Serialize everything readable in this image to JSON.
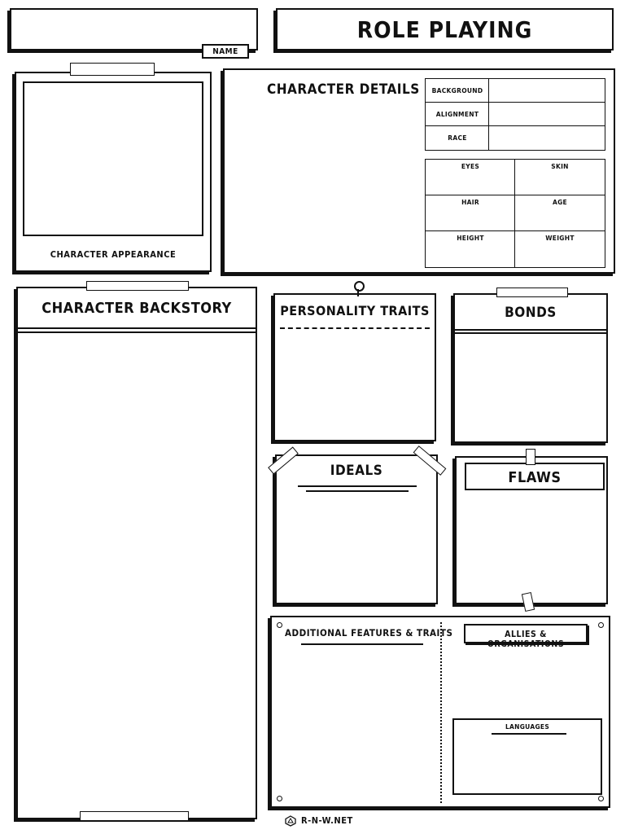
{
  "header": {
    "name_label": "NAME",
    "title": "ROLE PLAYING"
  },
  "appearance": {
    "label": "CHARACTER APPEARANCE"
  },
  "details": {
    "title": "CHARACTER DETAILS",
    "rows": [
      "BACKGROUND",
      "ALIGNMENT",
      "RACE"
    ],
    "grid": [
      "EYES",
      "SKIN",
      "HAIR",
      "AGE",
      "HEIGHT",
      "WEIGHT"
    ]
  },
  "backstory": {
    "title": "CHARACTER BACKSTORY"
  },
  "personality": {
    "title": "PERSONALITY TRAITS"
  },
  "bonds": {
    "title": "BONDS"
  },
  "ideals": {
    "title": "IDEALS"
  },
  "flaws": {
    "title": "FLAWS"
  },
  "features": {
    "title": "ADDITIONAL FEATURES & TRAITS",
    "allies_title": "ALLIES & ORGANISATIONS",
    "languages_label": "LANGUAGES"
  },
  "footer": {
    "credit": "R-N-W.NET"
  }
}
